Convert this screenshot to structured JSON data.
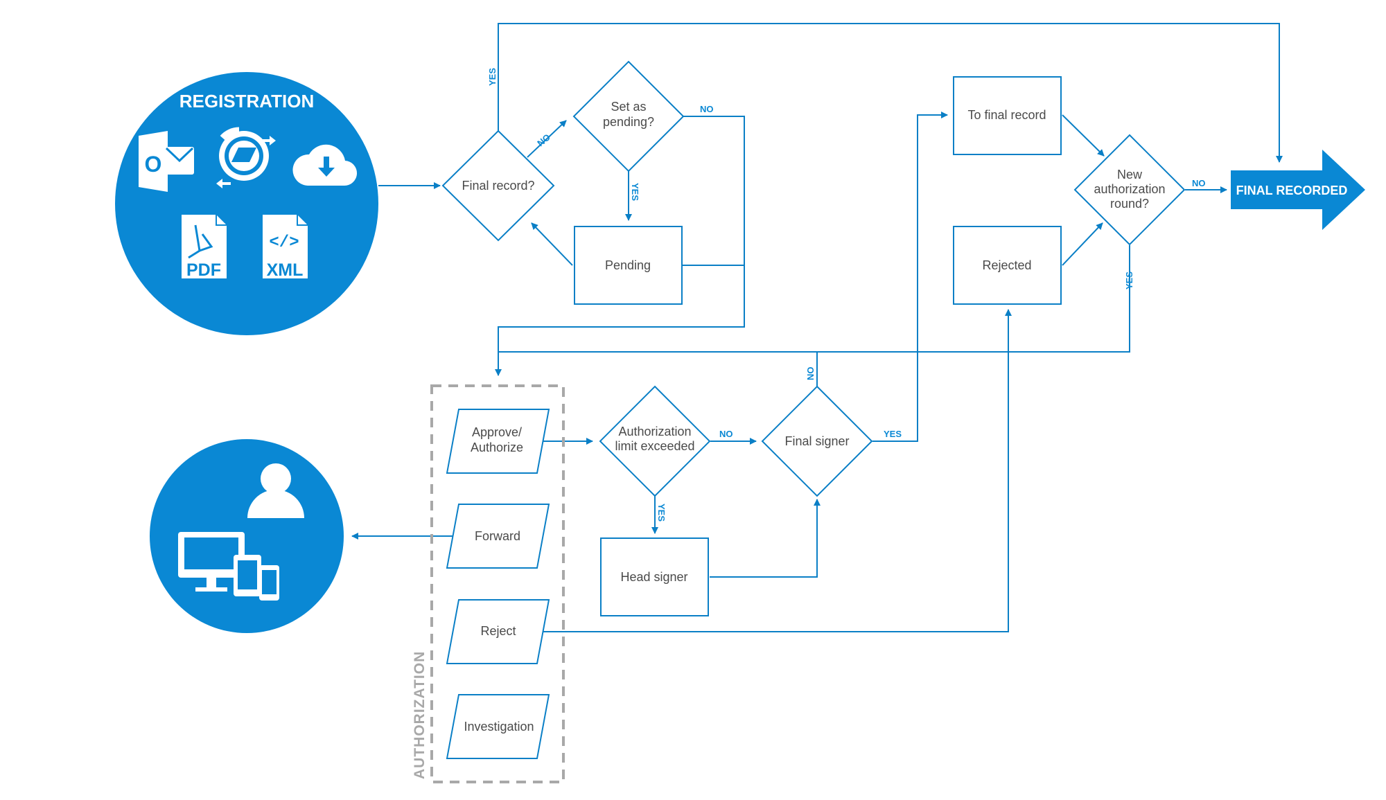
{
  "registration": {
    "title": "REGISTRATION",
    "icons": [
      "outlook-icon",
      "sync-icon",
      "cloud-download-icon",
      "pdf-file-icon",
      "xml-file-icon"
    ],
    "outlook_letter": "O",
    "pdf_label": "PDF",
    "xml_label": "XML",
    "xml_code": "</>"
  },
  "user": {
    "icons": [
      "user-icon",
      "monitor-icon",
      "tablet-icon",
      "phone-icon"
    ]
  },
  "nodes": {
    "final_record_q": "Final record?",
    "set_pending_q": [
      "Set as",
      "pending?"
    ],
    "pending": "Pending",
    "to_final_record": "To final record",
    "rejected": "Rejected",
    "new_round_q": [
      "New",
      "authorization",
      "round?"
    ],
    "final_recorded": "FINAL RECORDED",
    "auth_limit_q": [
      "Authorization",
      "limit exceeded"
    ],
    "final_signer": "Final signer",
    "head_signer": "Head signer"
  },
  "authorization": {
    "title": "AUTHORIZATION",
    "actions": [
      [
        "Approve/",
        "Authorize"
      ],
      [
        "Forward"
      ],
      [
        "Reject"
      ],
      [
        "Investigation"
      ]
    ]
  },
  "labels": {
    "yes": "YES",
    "no": "NO"
  },
  "colors": {
    "primary": "#0a88d4",
    "line": "#0a7fc6",
    "dashed": "#a8a8a8",
    "text": "#4a4a4a"
  }
}
